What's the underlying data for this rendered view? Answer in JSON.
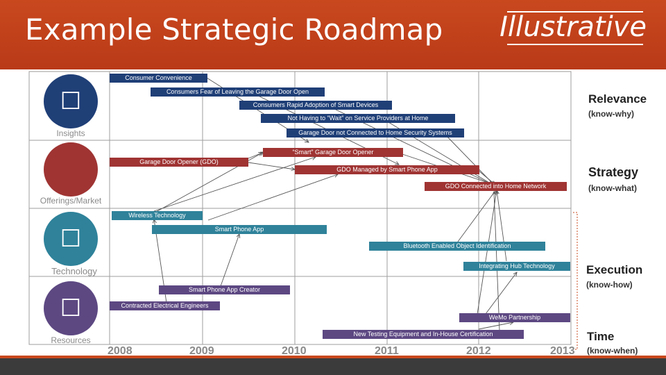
{
  "header": {
    "title": "Example Strategic Roadmap",
    "tag": "Illustrative"
  },
  "rows": [
    {
      "label": "Insights",
      "icon": "lightbulb-icon",
      "color": "#1f3f77",
      "glyph": "☐"
    },
    {
      "label": "Offerings/Market",
      "icon": "market-icon",
      "color": "#9f3433",
      "glyph": ""
    },
    {
      "label": "Technology",
      "icon": "technology-icon",
      "color": "#2f829a",
      "glyph": "☐"
    },
    {
      "label": "Resources",
      "icon": "people-icon",
      "color": "#5d4882",
      "glyph": "☐"
    }
  ],
  "years": [
    "2008",
    "2009",
    "2010",
    "2011",
    "2012",
    "2013"
  ],
  "bars": [
    {
      "id": "b1",
      "label": "Consumer  Convenience",
      "color": "navy"
    },
    {
      "id": "b2",
      "label": "Consumers Fear of Leaving the Garage Door Open",
      "color": "navy"
    },
    {
      "id": "b3",
      "label": "Consumers Rapid Adoption of Smart Devices",
      "color": "navy"
    },
    {
      "id": "b4",
      "label": "Not Having to “Wait” on Service  Providers at Home",
      "color": "navy"
    },
    {
      "id": "b5",
      "label": "Garage Door not Connected to Home Security Systems",
      "color": "navy"
    },
    {
      "id": "b6",
      "label": "“Smart” Garage Door Opener",
      "color": "red"
    },
    {
      "id": "b7",
      "label": "Garage Door Opener (GDO)",
      "color": "red"
    },
    {
      "id": "b8",
      "label": "GDO Managed by Smart Phone App",
      "color": "red"
    },
    {
      "id": "b9",
      "label": "GDO Connected into Home Network",
      "color": "red"
    },
    {
      "id": "b10",
      "label": "Wireless Technology",
      "color": "teal"
    },
    {
      "id": "b11",
      "label": "Smart Phone App",
      "color": "teal"
    },
    {
      "id": "b12",
      "label": "Bluetooth Enabled Object Identification",
      "color": "teal"
    },
    {
      "id": "b13",
      "label": "Integrating Hub Technology",
      "color": "teal"
    },
    {
      "id": "b14",
      "label": "Smart Phone App Creator",
      "color": "purple"
    },
    {
      "id": "b15",
      "label": "Contracted Electrical Engineers",
      "color": "purple"
    },
    {
      "id": "b16",
      "label": "WeMo Partnership",
      "color": "purple"
    },
    {
      "id": "b17",
      "label": "New Testing Equipment and  In-House Certification",
      "color": "purple"
    }
  ],
  "side": [
    {
      "head": "Relevance",
      "sub": "(know-why)"
    },
    {
      "head": "Strategy",
      "sub": "(know-what)"
    },
    {
      "head": "Execution",
      "sub": "(know-how)"
    },
    {
      "head": "Time",
      "sub": "(know-when)"
    }
  ],
  "colors": {
    "banner": "#c9481e",
    "navy": "#1f3f77",
    "red": "#9f3433",
    "teal": "#2f829a",
    "purple": "#5d4882",
    "bracket": "#c9481e"
  }
}
